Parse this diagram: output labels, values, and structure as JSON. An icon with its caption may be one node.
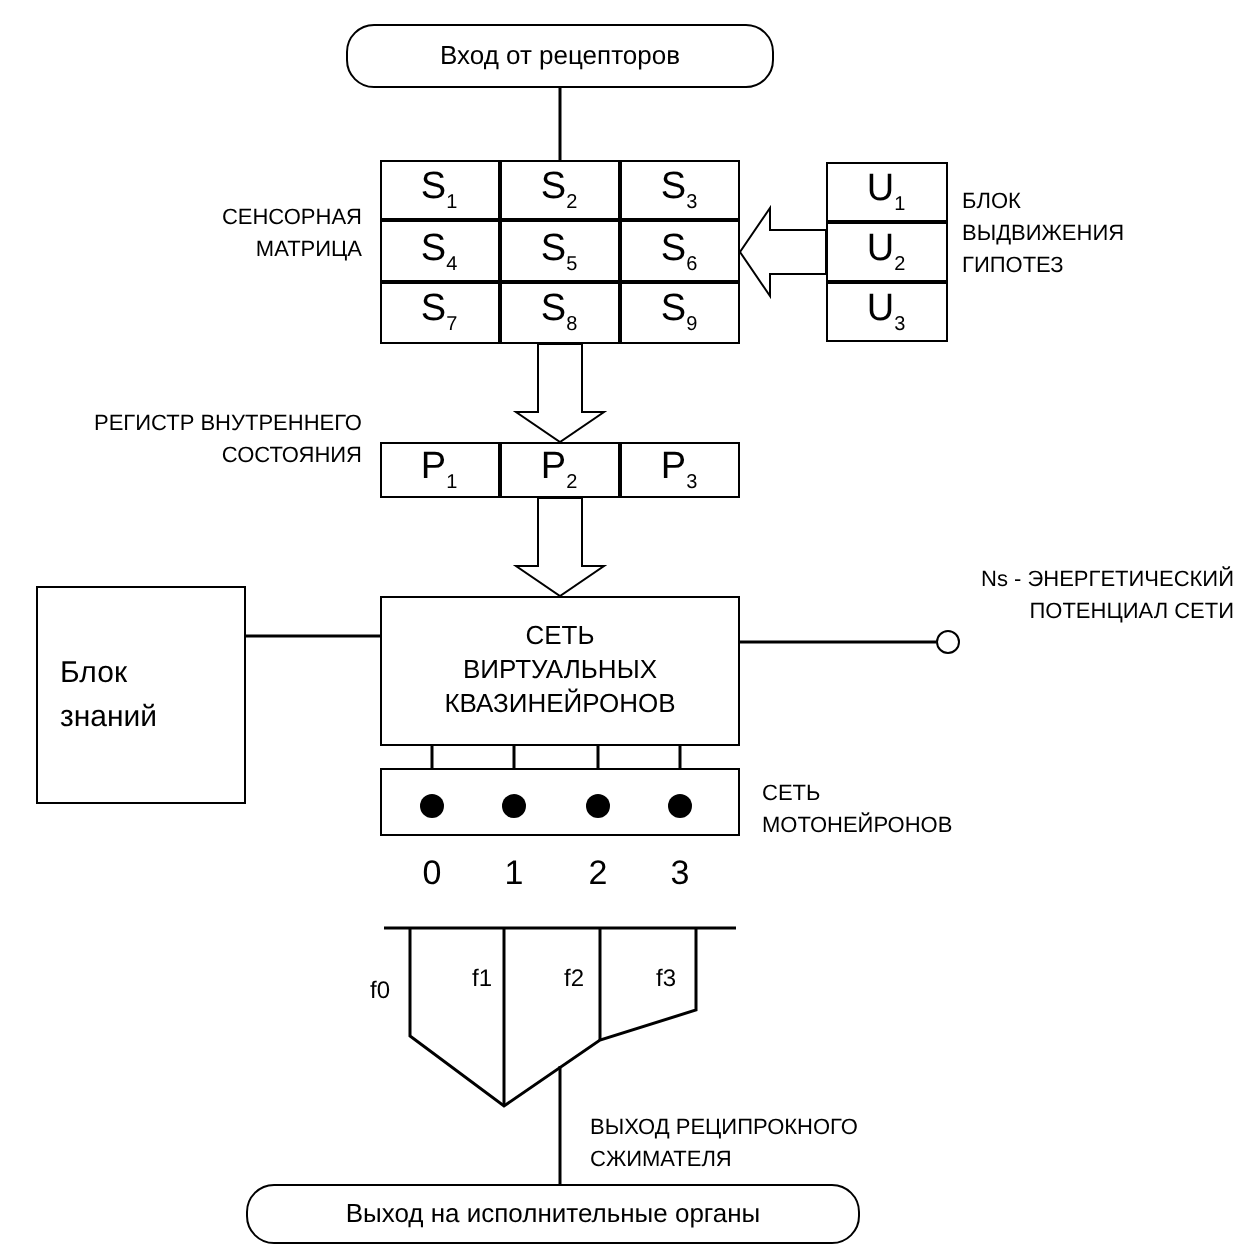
{
  "diagram": {
    "nodes": [
      {
        "text": [
          "Вход от рецепторов"
        ]
      },
      {
        "text": [
          "СЕНСОРНАЯ МАТРИЦА"
        ]
      },
      {
        "text": [
          "S$_{1}$"
        ],
        "in": 1
      },
      {
        "text": [
          "S$_{2}$"
        ],
        "in": 1
      },
      {
        "text": [
          "S$_{3}$"
        ],
        "in": 1
      },
      {
        "text": [
          "S$_{4}$"
        ],
        "in": 1
      },
      {
        "text": [
          "S$_{5}$"
        ],
        "in": 1
      },
      {
        "text": [
          "S$_{6}$"
        ],
        "in": 1
      },
      {
        "text": [
          "S$_{7}$"
        ],
        "in": 1
      },
      {
        "text": [
          "S$_{8}$"
        ],
        "in": 1
      },
      {
        "text": [
          "S$_{9}$"
        ],
        "in": 1
      },
      {
        "text": [
          "БЛОК ВЫДВИЖЕНИЯ ГИПОТЕЗ"
        ]
      },
      {
        "text": [
          "U$_{1}$"
        ],
        "in": 11
      },
      {
        "text": [
          "U$_{2}$"
        ],
        "in": 11
      },
      {
        "text": [
          "U$_{3}$"
        ],
        "in": 11
      },
      {
        "text": [
          "РЕГИСТР ВНУТРЕННЕГО СОСТОЯНИЯ"
        ]
      },
      {
        "text": [
          "P$_{1}$"
        ],
        "in": 15
      },
      {
        "text": [
          "P$_{2}$"
        ],
        "in": 15
      },
      {
        "text": [
          "P$_{3}$"
        ],
        "in": 15
      },
      {
        "text": [
          "Блок знаний"
        ]
      },
      {
        "text": [
          "СЕТЬ ВИРТУАЛЬНЫХ КВАЗИНЕЙРОНОВ"
        ]
      },
      {
        "text": [],
        "shape": "circle",
        "beside": [
          "Ns - ЭНЕРГЕТИЧЕСКИЙ ПОТЕНЦИАЛ СЕТИ"
        ]
      },
      {
        "text": [
          "СЕТЬ МОТОНЕЙРОНОВ"
        ]
      },
      {
        "text": [],
        "shape": "circle",
        "in": 22
      },
      {
        "text": [],
        "shape": "circle",
        "in": 22
      },
      {
        "text": [],
        "shape": "circle",
        "in": 22
      },
      {
        "text": [],
        "shape": "circle",
        "in": 22
      },
      {
        "text": [
          "f0",
          "f1",
          "f2",
          "f3"
        ],
        "beside": [
          "ВЫХОД РЕЦИПРОКНОГО СЖИМАТЕЛЯ"
        ]
      },
      {
        "text": [
          "Выход на исполнительные органы"
        ]
      }
    ],
    "edges": [
      {
        "from": 0,
        "to": 1,
        "arrow": "none"
      },
      {
        "from": 11,
        "to": 1,
        "arrow": "to",
        "style": "thick"
      },
      {
        "from": 1,
        "to": 15,
        "arrow": "to",
        "style": "thick"
      },
      {
        "from": 15,
        "to": 20,
        "arrow": "to",
        "style": "thick"
      },
      {
        "from": 19,
        "to": 20,
        "arrow": "none"
      },
      {
        "from": 20,
        "to": 21,
        "arrow": "none"
      },
      {
        "from": 20,
        "to": 23,
        "arrow": "none"
      },
      {
        "from": 20,
        "to": 24,
        "arrow": "none"
      },
      {
        "from": 20,
        "to": 25,
        "arrow": "none"
      },
      {
        "from": 20,
        "to": 26,
        "arrow": "none"
      },
      {
        "from": 27,
        "to": 28,
        "arrow": "none"
      }
    ],
    "labels": [
      "0",
      "1",
      "2",
      "3"
    ]
  }
}
